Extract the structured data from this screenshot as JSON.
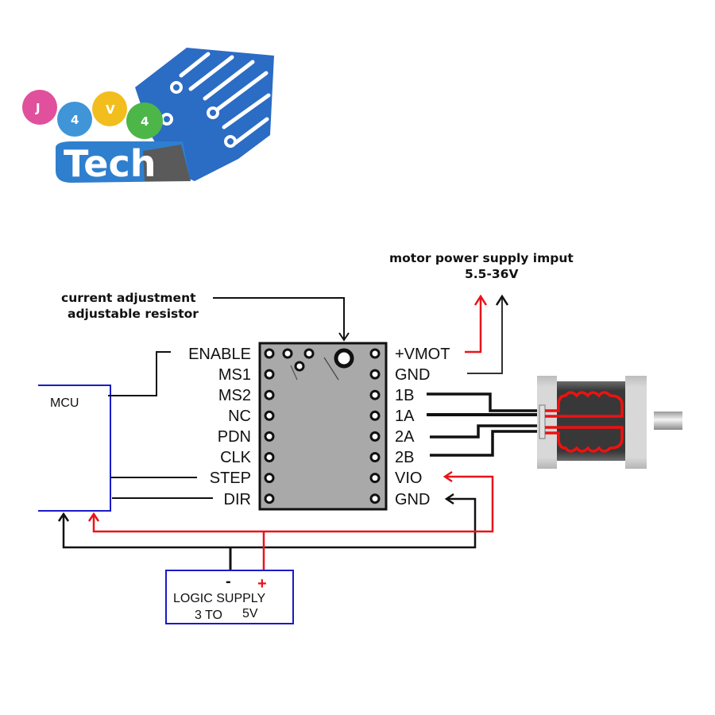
{
  "logo": {
    "letters": [
      "J",
      "4",
      "V",
      "4"
    ],
    "word": "Tech",
    "colors": {
      "pink": "#e0509c",
      "blue": "#3f95d8",
      "yellow": "#f2be1e",
      "green": "#4cb648",
      "circuit_blue": "#2b6cc4",
      "tech_blue": "#2f7fcf",
      "gray": "#555555"
    }
  },
  "annotations": {
    "current_adjust_line1": "current adjustment",
    "current_adjust_line2": "adjustable resistor",
    "motor_supply_line1": "motor power supply imput",
    "motor_supply_line2": "5.5-36V"
  },
  "mcu": {
    "label": "MCU"
  },
  "driver": {
    "left_pins": [
      "ENABLE",
      "MS1",
      "MS2",
      "NC",
      "PDN",
      "CLK",
      "STEP",
      "DIR"
    ],
    "right_pins": [
      "+VMOT",
      "GND",
      "1B",
      "1A",
      "2A",
      "2B",
      "VIO",
      "GND"
    ]
  },
  "logic_supply": {
    "minus": "-",
    "plus": "+",
    "line1": "LOGIC SUPPLY",
    "line2_a": "3 TO",
    "line2_b": "5V"
  },
  "colors": {
    "power_red": "#e8141b",
    "wire_black": "#111111",
    "box_blue": "#1a1ac8",
    "board_gray": "#a9a9a9",
    "coil_red": "#ee1111",
    "motor_dark": "#333333",
    "motor_light": "#d4d4d4"
  }
}
